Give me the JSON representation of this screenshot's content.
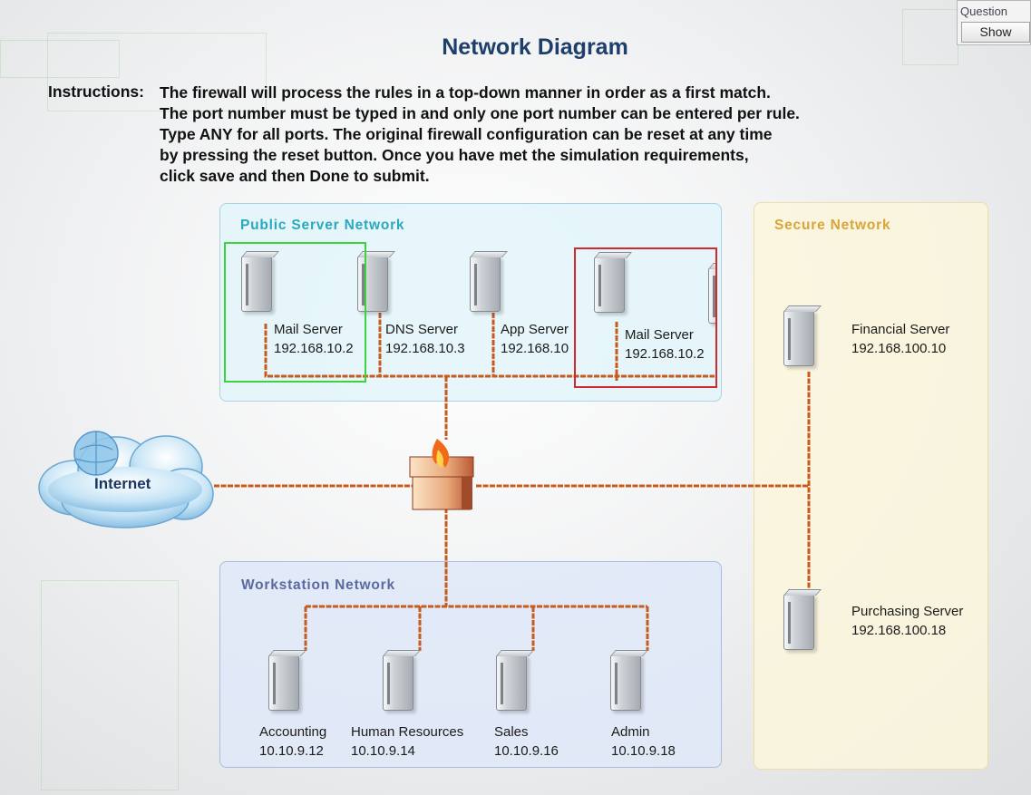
{
  "question": {
    "label": "Question",
    "show_button": "Show"
  },
  "title": "Network Diagram",
  "instructions": {
    "label": "Instructions:",
    "lines": [
      "The firewall will process the rules in a top-down manner in order as a first match.",
      "The port number must be typed in and only one port number can be entered per rule.",
      "Type ANY for all ports. The original firewall configuration can be reset at any time",
      "by pressing the reset button. Once you have met the simulation requirements,",
      "click save and then Done to submit."
    ]
  },
  "colors": {
    "link": "#c85a1e",
    "public_title": "#2aa8c0",
    "secure_title": "#d9a43a",
    "workstation_title": "#5a6aa0",
    "title": "#1e3f6b"
  },
  "networks": {
    "public": {
      "title": "Public Server Network",
      "servers": [
        {
          "name": "Mail Server",
          "ip": "192.168.10.2"
        },
        {
          "name": "DNS Server",
          "ip": "192.168.10.3"
        },
        {
          "name": "App Server",
          "ip": "192.168.10"
        },
        {
          "name": "Mail Server",
          "ip": "192.168.10.2"
        }
      ]
    },
    "secure": {
      "title": "Secure Network",
      "servers": [
        {
          "name": "Financial Server",
          "ip": "192.168.100.10"
        },
        {
          "name": "Purchasing Server",
          "ip": "192.168.100.18"
        }
      ]
    },
    "workstation": {
      "title": "Workstation Network",
      "hosts": [
        {
          "name": "Accounting",
          "ip": "10.10.9.12"
        },
        {
          "name": "Human Resources",
          "ip": "10.10.9.14"
        },
        {
          "name": "Sales",
          "ip": "10.10.9.16"
        },
        {
          "name": "Admin",
          "ip": "10.10.9.18"
        }
      ]
    }
  },
  "internet": {
    "label": "Internet"
  },
  "icons": {
    "firewall": "firewall-icon",
    "cloud": "cloud-icon",
    "server": "server-icon"
  }
}
